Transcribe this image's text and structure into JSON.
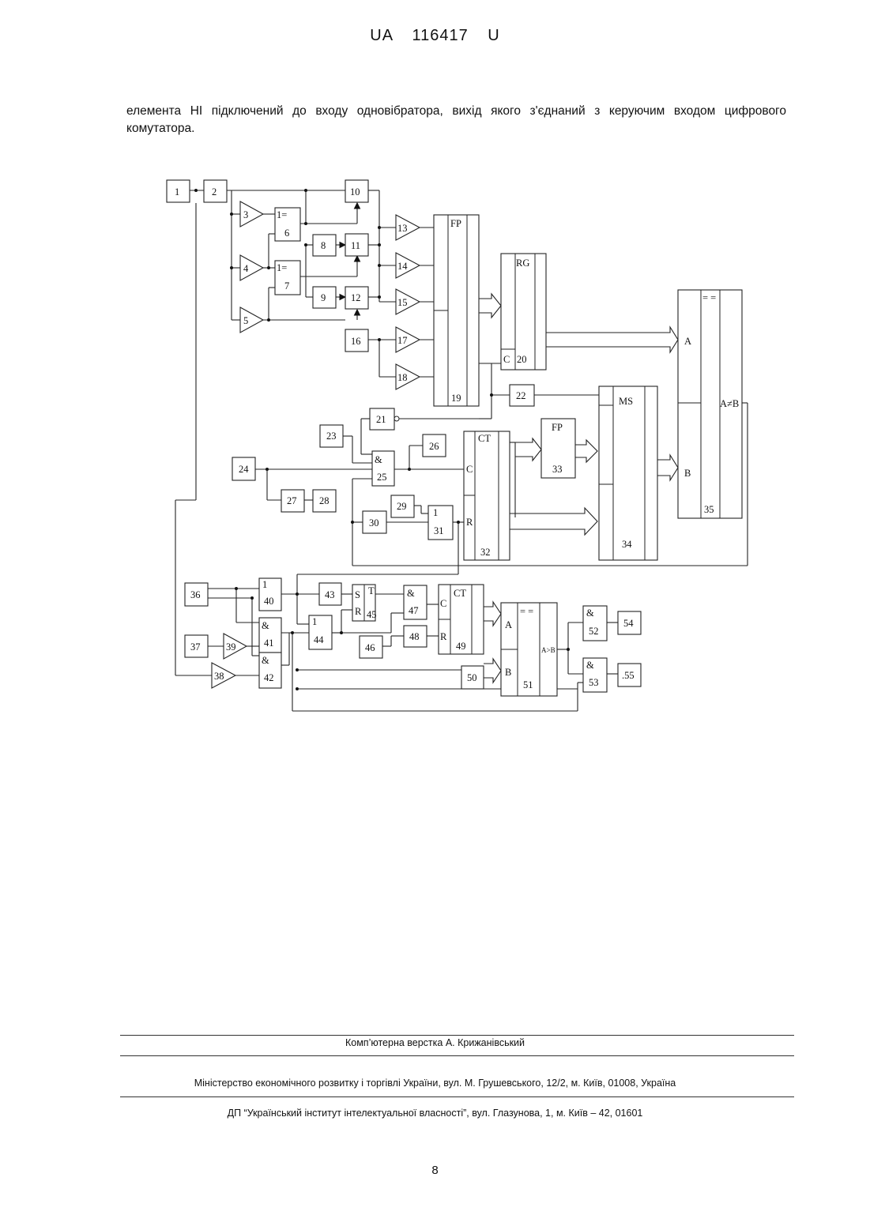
{
  "header": {
    "doc_code": "UA   116417   U"
  },
  "paragraph": "елемента НІ підключений до входу одновібратора, вихід якого з'єднаний з керуючим входом цифрового комутатора.",
  "diagram": {
    "blocks": [
      {
        "id": "b1",
        "label": "1"
      },
      {
        "id": "b2",
        "label": "2"
      },
      {
        "id": "b6",
        "sym": "1=",
        "label": "6"
      },
      {
        "id": "b7",
        "sym": "1=",
        "label": "7"
      },
      {
        "id": "b8",
        "label": "8"
      },
      {
        "id": "b9",
        "label": "9"
      },
      {
        "id": "b10",
        "label": "10"
      },
      {
        "id": "b11",
        "label": "11"
      },
      {
        "id": "b12",
        "label": "12"
      },
      {
        "id": "b16",
        "label": "16"
      },
      {
        "id": "b19",
        "sym": "FP",
        "label": "19"
      },
      {
        "id": "b20",
        "sym": "RG",
        "label": "20",
        "pin": "C"
      },
      {
        "id": "b21",
        "label": "21"
      },
      {
        "id": "b22",
        "label": "22"
      },
      {
        "id": "b23",
        "label": "23"
      },
      {
        "id": "b24",
        "label": "24"
      },
      {
        "id": "b25",
        "sym": "&",
        "label": "25"
      },
      {
        "id": "b26",
        "label": "26"
      },
      {
        "id": "b27",
        "label": "27"
      },
      {
        "id": "b28",
        "label": "28"
      },
      {
        "id": "b29",
        "label": "29"
      },
      {
        "id": "b30",
        "label": "30"
      },
      {
        "id": "b31",
        "sym": "1",
        "label": "31"
      },
      {
        "id": "b32",
        "sym": "CT",
        "label": "32",
        "pin_c": "C",
        "pin_r": "R"
      },
      {
        "id": "b33",
        "sym": "FP",
        "label": "33"
      },
      {
        "id": "b34",
        "sym": "MS",
        "label": "34"
      },
      {
        "id": "b35",
        "sym": "= =",
        "label": "35",
        "pin_a": "A",
        "pin_b": "B",
        "out": "A≠B"
      },
      {
        "id": "b36",
        "label": "36"
      },
      {
        "id": "b37",
        "label": "37"
      },
      {
        "id": "b40",
        "sym": "1",
        "label": "40"
      },
      {
        "id": "b41",
        "sym": "&",
        "label": "41"
      },
      {
        "id": "b42",
        "sym": "&",
        "label": "42"
      },
      {
        "id": "b43",
        "label": "43"
      },
      {
        "id": "b44",
        "sym": "1",
        "label": "44"
      },
      {
        "id": "b45",
        "sym": "T",
        "label": "45",
        "pin_s": "S",
        "pin_r": "R"
      },
      {
        "id": "b46",
        "label": "46"
      },
      {
        "id": "b47",
        "sym": "&",
        "label": "47"
      },
      {
        "id": "b48",
        "label": "48"
      },
      {
        "id": "b49",
        "sym": "CT",
        "label": "49",
        "pin_c": "C",
        "pin_r": "R"
      },
      {
        "id": "b50",
        "label": "50"
      },
      {
        "id": "b51",
        "sym": "= =",
        "label": "51",
        "pin_a": "A",
        "pin_b": "B",
        "out": "A>B"
      },
      {
        "id": "b52",
        "sym": "&",
        "label": "52"
      },
      {
        "id": "b53",
        "sym": "&",
        "label": "53"
      },
      {
        "id": "b54",
        "label": "54"
      },
      {
        "id": "b55",
        "label": ".55"
      }
    ],
    "amplifiers": [
      "3",
      "4",
      "5",
      "13",
      "14",
      "15",
      "17",
      "18",
      "38",
      "39"
    ]
  },
  "footer": {
    "credit": "Комп’ютерна верстка А. Крижанівський",
    "ministry": "Міністерство економічного розвитку і торгівлі України, вул. М. Грушевського, 12/2, м. Київ, 01008, Україна",
    "institute": "ДП “Український інститут інтелектуальної власності”, вул. Глазунова, 1, м. Київ – 42, 01601"
  },
  "page_number": "8"
}
